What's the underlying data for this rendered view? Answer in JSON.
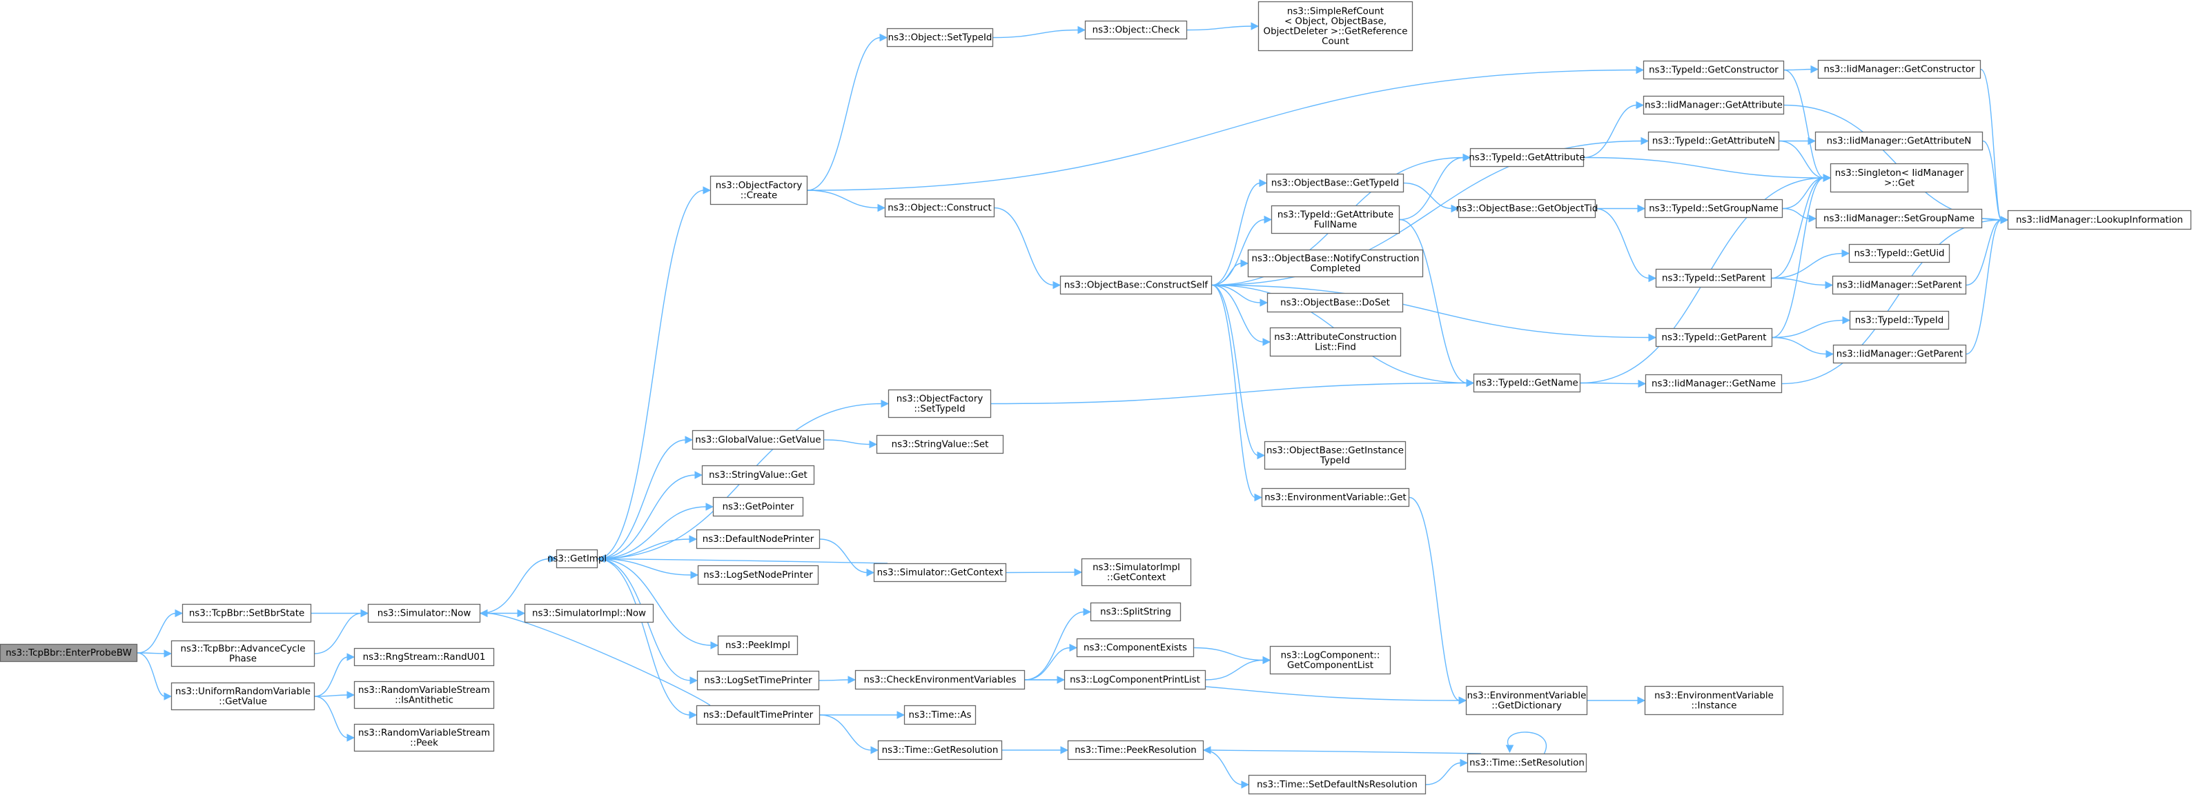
{
  "graph": {
    "edge_color": "#63b8ff",
    "node_border_color": "#666666",
    "root_fill_color": "#999999",
    "nodes": [
      {
        "id": "root",
        "lines": [
          "ns3::TcpBbr::EnterProbeBW"
        ],
        "root": true
      },
      {
        "id": "setbbrstate",
        "lines": [
          "ns3::TcpBbr::SetBbrState"
        ]
      },
      {
        "id": "advancecycle",
        "lines": [
          "ns3::TcpBbr::AdvanceCycle",
          "Phase"
        ]
      },
      {
        "id": "urvgetvalue",
        "lines": [
          "ns3::UniformRandomVariable",
          "::GetValue"
        ]
      },
      {
        "id": "simnow",
        "lines": [
          "ns3::Simulator::Now"
        ]
      },
      {
        "id": "randu01",
        "lines": [
          "ns3::RngStream::RandU01"
        ]
      },
      {
        "id": "isantithetic",
        "lines": [
          "ns3::RandomVariableStream",
          "::IsAntithetic"
        ]
      },
      {
        "id": "rvspeek",
        "lines": [
          "ns3::RandomVariableStream",
          "::Peek"
        ]
      },
      {
        "id": "getimpl",
        "lines": [
          "ns3::GetImpl"
        ]
      },
      {
        "id": "simimplnow",
        "lines": [
          "ns3::SimulatorImpl::Now"
        ]
      },
      {
        "id": "ofcreate",
        "lines": [
          "ns3::ObjectFactory",
          "::Create"
        ]
      },
      {
        "id": "ofsettypeid",
        "lines": [
          "ns3::ObjectFactory",
          "::SetTypeId"
        ]
      },
      {
        "id": "gvgetvalue",
        "lines": [
          "ns3::GlobalValue::GetValue"
        ]
      },
      {
        "id": "svget",
        "lines": [
          "ns3::StringValue::Get"
        ]
      },
      {
        "id": "getpointer",
        "lines": [
          "ns3::GetPointer"
        ]
      },
      {
        "id": "defnodeprinter",
        "lines": [
          "ns3::DefaultNodePrinter"
        ]
      },
      {
        "id": "logsetnodeprinter",
        "lines": [
          "ns3::LogSetNodePrinter"
        ]
      },
      {
        "id": "peekimpl",
        "lines": [
          "ns3::PeekImpl"
        ]
      },
      {
        "id": "logsettimeprinter",
        "lines": [
          "ns3::LogSetTimePrinter"
        ]
      },
      {
        "id": "deftimeprinter",
        "lines": [
          "ns3::DefaultTimePrinter"
        ]
      },
      {
        "id": "objsettypeid",
        "lines": [
          "ns3::Object::SetTypeId"
        ]
      },
      {
        "id": "objconstruct",
        "lines": [
          "ns3::Object::Construct"
        ]
      },
      {
        "id": "svset",
        "lines": [
          "ns3::StringValue::Set"
        ]
      },
      {
        "id": "simgetcontext",
        "lines": [
          "ns3::Simulator::GetContext"
        ]
      },
      {
        "id": "checkenv",
        "lines": [
          "ns3::CheckEnvironmentVariables"
        ]
      },
      {
        "id": "timeas",
        "lines": [
          "ns3::Time::As"
        ]
      },
      {
        "id": "timegetres",
        "lines": [
          "ns3::Time::GetResolution"
        ]
      },
      {
        "id": "objcheck",
        "lines": [
          "ns3::Object::Check"
        ]
      },
      {
        "id": "constructself",
        "lines": [
          "ns3::ObjectBase::ConstructSelf"
        ]
      },
      {
        "id": "simimplgetcontext",
        "lines": [
          "ns3::SimulatorImpl",
          "::GetContext"
        ]
      },
      {
        "id": "splitstring",
        "lines": [
          "ns3::SplitString"
        ]
      },
      {
        "id": "compexists",
        "lines": [
          "ns3::ComponentExists"
        ]
      },
      {
        "id": "logcompprintlist",
        "lines": [
          "ns3::LogComponentPrintList"
        ]
      },
      {
        "id": "timepeekres",
        "lines": [
          "ns3::Time::PeekResolution"
        ]
      },
      {
        "id": "simplerefcount",
        "lines": [
          "ns3::SimpleRefCount",
          "< Object, ObjectBase,",
          "ObjectDeleter >::GetReference",
          "Count"
        ]
      },
      {
        "id": "obgettypeid",
        "lines": [
          "ns3::ObjectBase::GetTypeId"
        ]
      },
      {
        "id": "tidgetattrfullname",
        "lines": [
          "ns3::TypeId::GetAttribute",
          "FullName"
        ]
      },
      {
        "id": "obnotify",
        "lines": [
          "ns3::ObjectBase::NotifyConstruction",
          "Completed"
        ]
      },
      {
        "id": "obdoset",
        "lines": [
          "ns3::ObjectBase::DoSet"
        ]
      },
      {
        "id": "attrconstfind",
        "lines": [
          "ns3::AttributeConstruction",
          "List::Find"
        ]
      },
      {
        "id": "obgetinstancetypeid",
        "lines": [
          "ns3::ObjectBase::GetInstance",
          "TypeId"
        ]
      },
      {
        "id": "envget",
        "lines": [
          "ns3::EnvironmentVariable::Get"
        ]
      },
      {
        "id": "logcompgetlist",
        "lines": [
          "ns3::LogComponent::",
          "GetComponentList"
        ]
      },
      {
        "id": "timesetdefnsres",
        "lines": [
          "ns3::Time::SetDefaultNsResolution"
        ]
      },
      {
        "id": "tidgetattribute",
        "lines": [
          "ns3::TypeId::GetAttribute"
        ]
      },
      {
        "id": "obgetobjecttid",
        "lines": [
          "ns3::ObjectBase::GetObjectTid"
        ]
      },
      {
        "id": "tidgetname",
        "lines": [
          "ns3::TypeId::GetName"
        ]
      },
      {
        "id": "envgetdict",
        "lines": [
          "ns3::EnvironmentVariable",
          "::GetDictionary"
        ]
      },
      {
        "id": "timesetres",
        "lines": [
          "ns3::Time::SetResolution"
        ]
      },
      {
        "id": "tidgetconstructor",
        "lines": [
          "ns3::TypeId::GetConstructor"
        ]
      },
      {
        "id": "iidgetattribute",
        "lines": [
          "ns3::IidManager::GetAttribute"
        ]
      },
      {
        "id": "tidgetattributen",
        "lines": [
          "ns3::TypeId::GetAttributeN"
        ]
      },
      {
        "id": "tidsetgroupname",
        "lines": [
          "ns3::TypeId::SetGroupName"
        ]
      },
      {
        "id": "tidsetparent",
        "lines": [
          "ns3::TypeId::SetParent"
        ]
      },
      {
        "id": "tidgetparent",
        "lines": [
          "ns3::TypeId::GetParent"
        ]
      },
      {
        "id": "iidgetname",
        "lines": [
          "ns3::IidManager::GetName"
        ]
      },
      {
        "id": "envinstance",
        "lines": [
          "ns3::EnvironmentVariable",
          "::Instance"
        ]
      },
      {
        "id": "iidgetconstructor",
        "lines": [
          "ns3::IidManager::GetConstructor"
        ]
      },
      {
        "id": "iidgetattributen",
        "lines": [
          "ns3::IidManager::GetAttributeN"
        ]
      },
      {
        "id": "singletonget",
        "lines": [
          "ns3::Singleton< IidManager",
          " >::Get"
        ]
      },
      {
        "id": "iidsetgroupname",
        "lines": [
          "ns3::IidManager::SetGroupName"
        ]
      },
      {
        "id": "tidgetuid",
        "lines": [
          "ns3::TypeId::GetUid"
        ]
      },
      {
        "id": "iidsetparent",
        "lines": [
          "ns3::IidManager::SetParent"
        ]
      },
      {
        "id": "tidtypeid",
        "lines": [
          "ns3::TypeId::TypeId"
        ]
      },
      {
        "id": "iidgetparent",
        "lines": [
          "ns3::IidManager::GetParent"
        ]
      },
      {
        "id": "iidlookupinfo",
        "lines": [
          "ns3::IidManager::LookupInformation"
        ]
      }
    ]
  }
}
